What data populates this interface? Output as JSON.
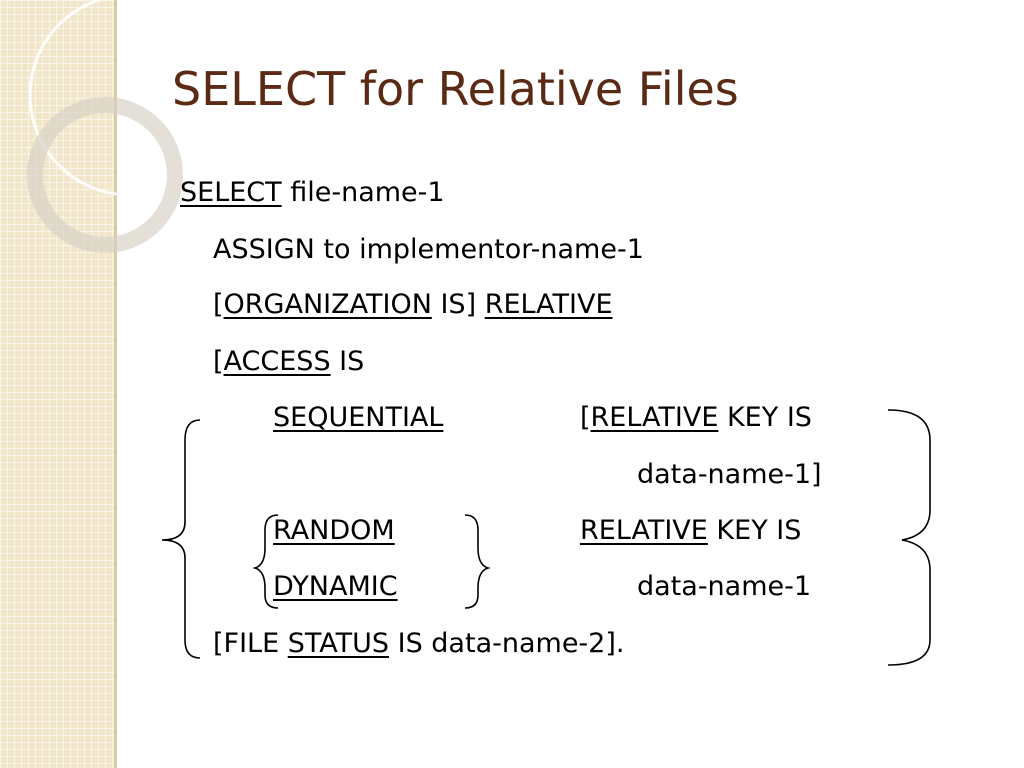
{
  "slide": {
    "title": "SELECT for Relative Files",
    "code": {
      "select_kw": "SELECT",
      "file_name": " file-name-1",
      "assign": "ASSIGN to implementor-name-1",
      "org_open": "[",
      "organization_kw": "ORGANIZATION",
      "is_close": " IS] ",
      "relative_kw": "RELATIVE",
      "access_open": "[",
      "access_kw": "ACCESS",
      "access_is": " IS",
      "sequential_kw": "SEQUENTIAL",
      "rel_open": "[",
      "relative_kw2": "RELATIVE",
      "key_is": " KEY IS",
      "data_name_1_close": "data-name-1]",
      "random_kw": "RANDOM",
      "relative_kw3": "RELATIVE",
      "key_is2": " KEY IS",
      "dynamic_kw": "DYNAMIC",
      "data_name_1": "data-name-1",
      "file_open": "[FILE ",
      "status_kw": "STATUS",
      "status_rest": " IS data-name-2]."
    }
  },
  "colors": {
    "title": "#5b2a14",
    "sidebar": "#f1e6c9"
  }
}
